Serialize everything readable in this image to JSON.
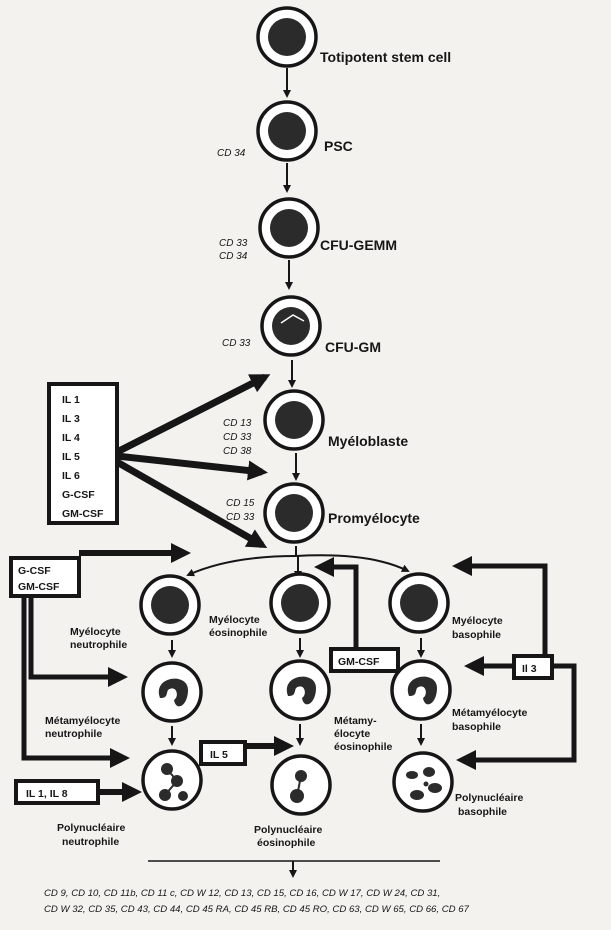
{
  "cells": {
    "stem": {
      "label": "Totipotent  stem  cell"
    },
    "psc": {
      "label": "PSC",
      "cd": [
        "CD 34"
      ]
    },
    "cfu_gemm": {
      "label": "CFU-GEMM",
      "cd": [
        "CD 33",
        "CD 34"
      ]
    },
    "cfu_gm": {
      "label": "CFU-GM",
      "cd": [
        "CD 33"
      ]
    },
    "myeloblaste": {
      "label": "Myéloblaste",
      "cd": [
        "CD 13",
        "CD 33",
        "CD 38"
      ]
    },
    "promyelocyte": {
      "label": "Promyélocyte",
      "cd": [
        "CD 15",
        "CD 33"
      ]
    },
    "myelocyte_n": {
      "label_lines": [
        "Myélocyte",
        "neutrophile"
      ]
    },
    "myelocyte_e": {
      "label_lines": [
        "Myélocyte",
        "éosinophile"
      ]
    },
    "myelocyte_b": {
      "label_lines": [
        "Myélocyte",
        "basophile"
      ]
    },
    "metamyelocyte_n": {
      "label_lines": [
        "Métamyélocyte",
        "neutrophile"
      ]
    },
    "metamyelocyte_e": {
      "label_lines": [
        "Métamy-",
        "élocyte",
        "éosinophile"
      ]
    },
    "metamyelocyte_b": {
      "label_lines": [
        "Métamyélocyte",
        "basophile"
      ]
    },
    "poly_n": {
      "label_lines": [
        "Polynucléaire",
        "neutrophile"
      ]
    },
    "poly_e": {
      "label_lines": [
        "Polynucléaire",
        "éosinophile"
      ]
    },
    "poly_b": {
      "label_lines": [
        "Polynucléaire",
        "basophile"
      ]
    }
  },
  "boxes": {
    "interleukins": [
      "IL  1",
      "IL  3",
      "IL  4",
      "IL  5",
      "IL  6",
      "G-CSF",
      "GM-CSF"
    ],
    "gcsf_gmcsf": [
      "G-CSF",
      "GM-CSF"
    ],
    "gmcsf": "GM-CSF",
    "il3": "Il  3",
    "il5": "IL  5",
    "il1_il8": "IL  1,  IL  8"
  },
  "footer": {
    "line1": "CD 9, CD 10, CD 11b, CD 11 c, CD W 12, CD 13, CD 15, CD 16, CD W 17, CD W 24, CD 31,",
    "line2": "CD W 32, CD 35, CD 43, CD 44, CD 45 RA, CD 45 RB, CD 45 RO, CD 63, CD W 65, CD 66, CD 67"
  }
}
